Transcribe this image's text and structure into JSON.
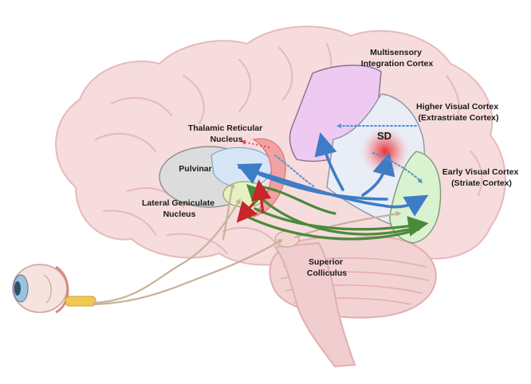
{
  "labels": {
    "multisensory": [
      "Multisensory",
      "Integration Cortex"
    ],
    "higher_visual": [
      "Higher Visual Cortex",
      "(Extrastriate Cortex)"
    ],
    "early_visual": [
      "Early Visual Cortex",
      "(Striate Cortex)"
    ],
    "thalamic_reticular": [
      "Thalamic Reticular",
      "Nucleus"
    ],
    "pulvinar": "Pulvinar",
    "lateral_geniculate": [
      "Lateral Geniculate",
      "Nucleus"
    ],
    "superior_colliculus": [
      "Superior",
      "Colliculus"
    ],
    "sd": "SD"
  },
  "colors": {
    "brain_fill": "#f6dcdc",
    "brain_stroke": "#e7b9bb",
    "multisensory_fill": "#eec9f1",
    "higher_visual_fill": "#e9edf6",
    "early_visual_fill": "#d9f2cf",
    "pulvinar_fill": "#dcdcdc",
    "lgn_fill": "#e6f1c2",
    "trn_fill": "#f1a2a2",
    "blue_arrow": "#3f7cc6",
    "green_arrow": "#4a8a3a",
    "red_arrow": "#c9262b",
    "tan_path": "#c7b19a",
    "sd_glow": "#e8262b"
  }
}
